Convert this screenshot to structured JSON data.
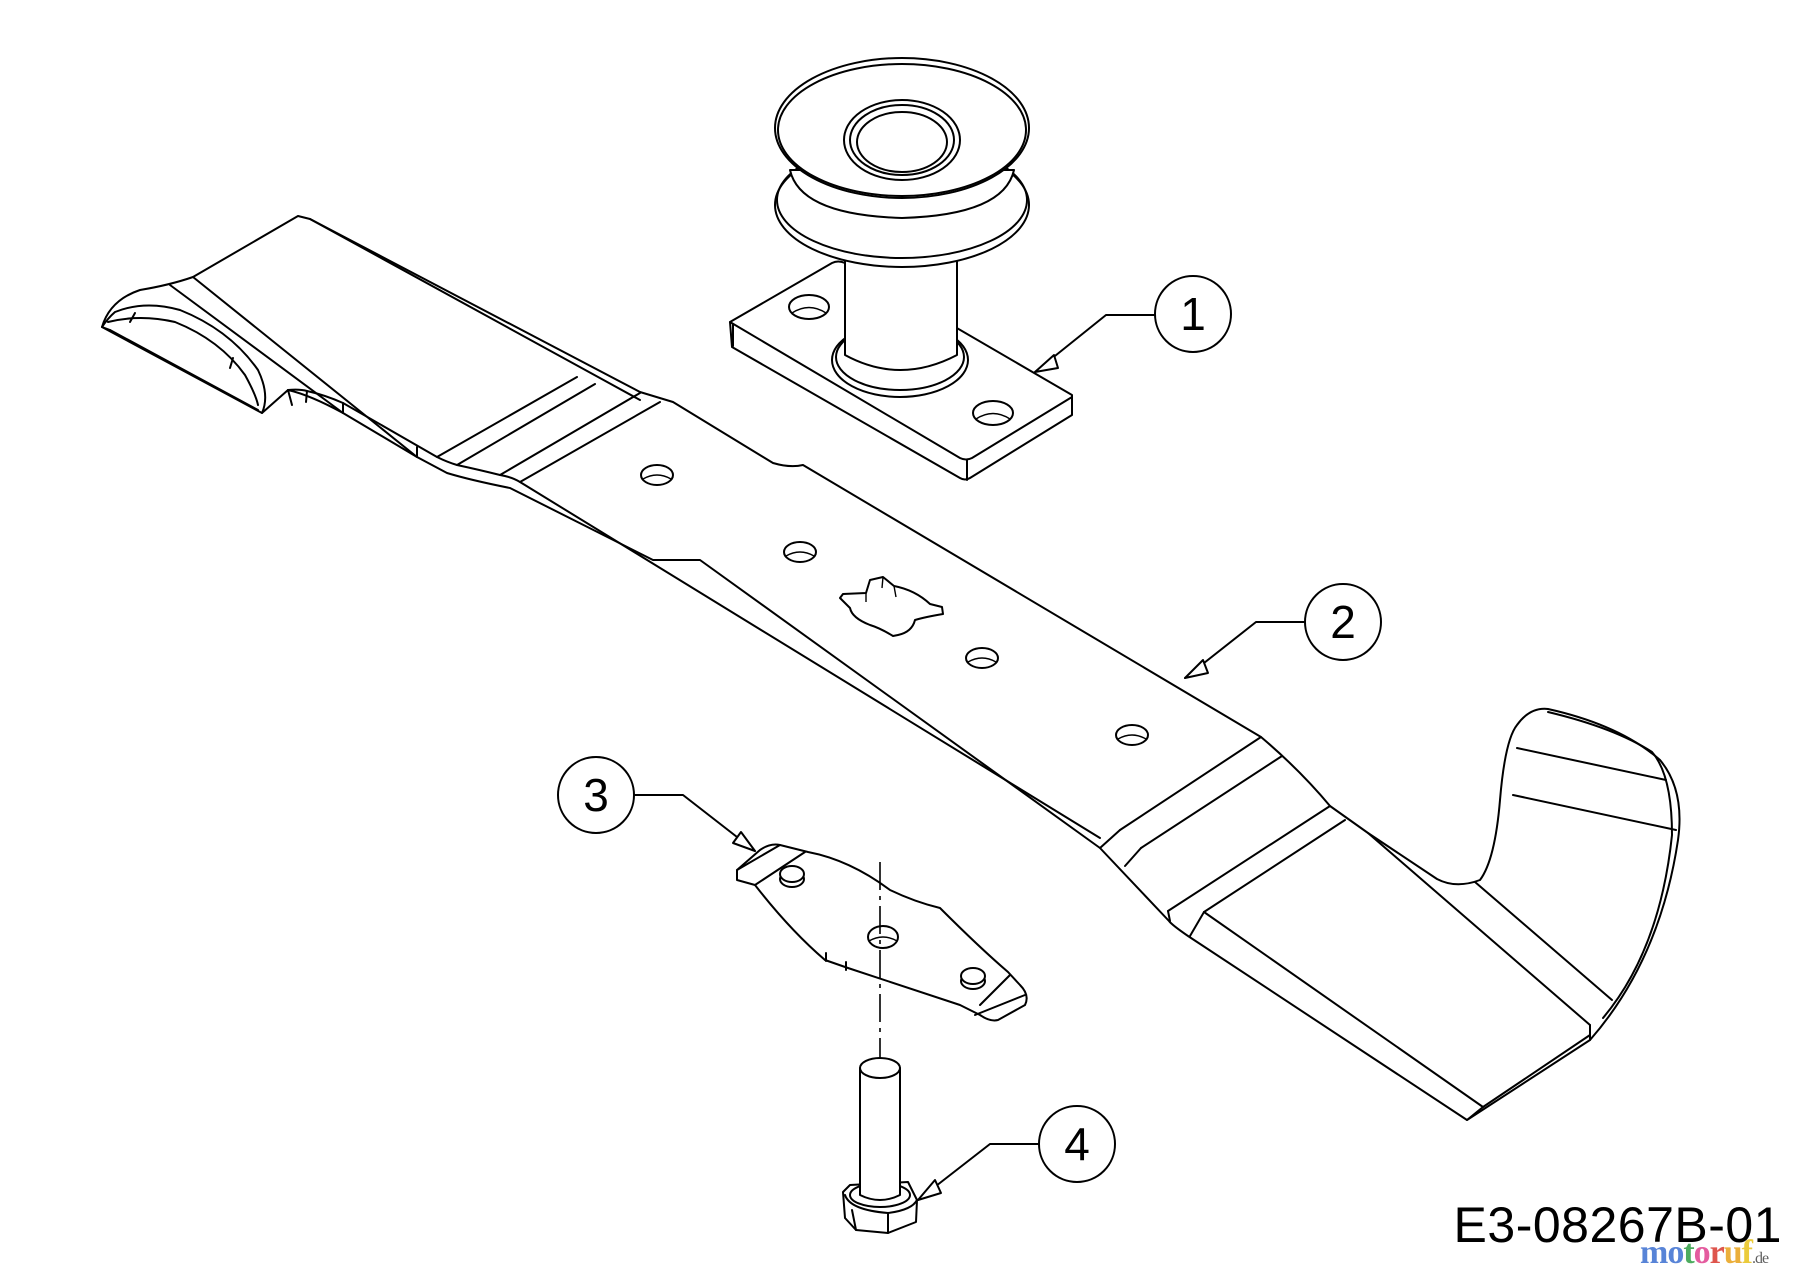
{
  "diagram": {
    "type": "exploded parts diagram",
    "subject": "mower blade assembly",
    "drawing_code": "E3-08267B-01",
    "watermark": {
      "letters": [
        {
          "ch": "m",
          "color": "#3b6fd1"
        },
        {
          "ch": "o",
          "color": "#3b6fd1"
        },
        {
          "ch": "t",
          "color": "#2e9e44"
        },
        {
          "ch": "o",
          "color": "#e0408f"
        },
        {
          "ch": "r",
          "color": "#d9382f"
        },
        {
          "ch": "u",
          "color": "#e8a21a"
        },
        {
          "ch": "f",
          "color": "#e8c21a"
        }
      ],
      "tld": ".de"
    },
    "callouts": [
      {
        "number": "1",
        "part": "pulley-with-flange-plate"
      },
      {
        "number": "2",
        "part": "mower-blade"
      },
      {
        "number": "3",
        "part": "blade-adapter"
      },
      {
        "number": "4",
        "part": "hex-bolt"
      }
    ]
  }
}
